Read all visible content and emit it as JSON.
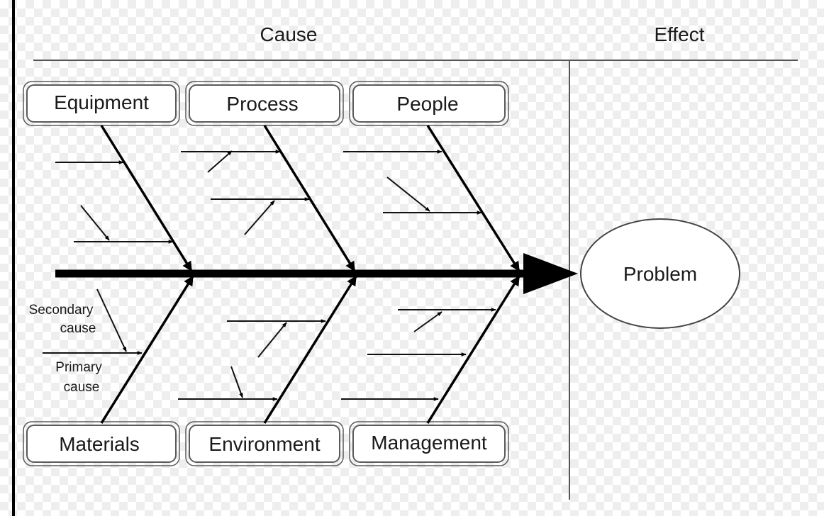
{
  "header": {
    "cause_label": "Cause",
    "effect_label": "Effect"
  },
  "effect": {
    "label": "Problem"
  },
  "categories": {
    "equipment": "Equipment",
    "process": "Process",
    "people": "People",
    "materials": "Materials",
    "environment": "Environment",
    "management": "Management"
  },
  "annotations": {
    "secondary_line1": "Secondary",
    "secondary_line2": "cause",
    "primary_line1": "Primary",
    "primary_line2": "cause"
  }
}
